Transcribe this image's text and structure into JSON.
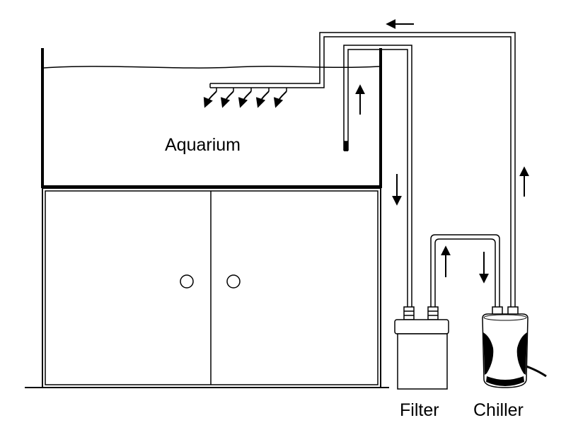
{
  "diagram": {
    "labels": {
      "aquarium": "Aquarium",
      "filter": "Filter",
      "chiller": "Chiller"
    },
    "flow_arrows": [
      {
        "id": "top-return",
        "direction": "left"
      },
      {
        "id": "overflow-up",
        "direction": "up"
      },
      {
        "id": "drain-down",
        "direction": "down"
      },
      {
        "id": "filter-out-up",
        "direction": "up"
      },
      {
        "id": "chiller-in-down",
        "direction": "down"
      },
      {
        "id": "chiller-out-up",
        "direction": "up"
      }
    ],
    "colors": {
      "line": "#000000",
      "background": "#ffffff"
    }
  }
}
